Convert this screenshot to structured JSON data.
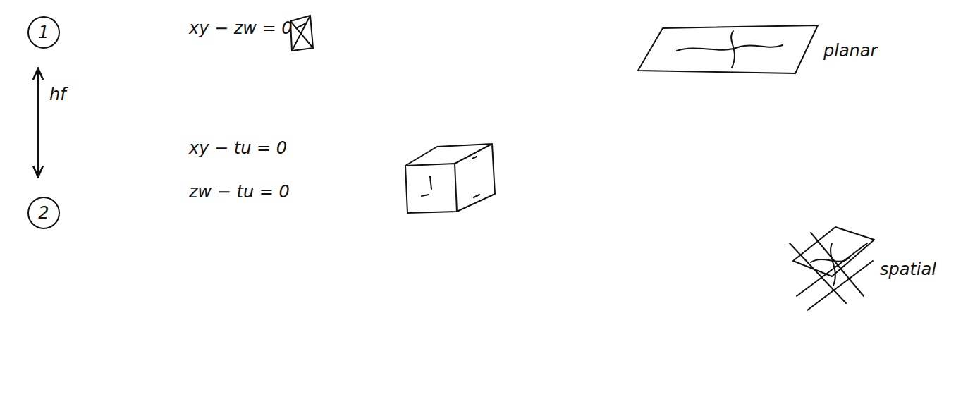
{
  "diagram": {
    "nodes": [
      {
        "text": [
          "1"
        ]
      },
      {
        "text": [
          "2"
        ]
      }
    ],
    "edges": [
      {
        "from": 0,
        "to": 1,
        "arrow": "both",
        "label": "hf"
      }
    ],
    "labels": [
      "xy − zw = 0",
      "planar",
      "xy − tu = 0",
      "zw − tu = 0",
      "spatial"
    ]
  }
}
